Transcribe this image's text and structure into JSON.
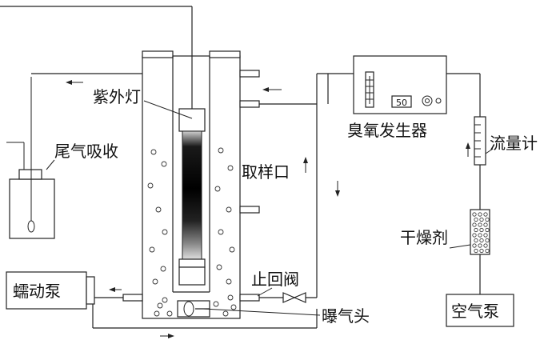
{
  "labels": {
    "uv_lamp": "紫外灯",
    "tail_gas": "尾气吸收",
    "sampling_port": "取样口",
    "check_valve": "止回阀",
    "aerator": "曝气头",
    "peristaltic_pump": "蠕动泵",
    "ozone_generator": "臭氧发生器",
    "flowmeter": "流量计",
    "desiccant": "干燥剂",
    "air_pump": "空气泵"
  },
  "ozone_generator_display": "50"
}
